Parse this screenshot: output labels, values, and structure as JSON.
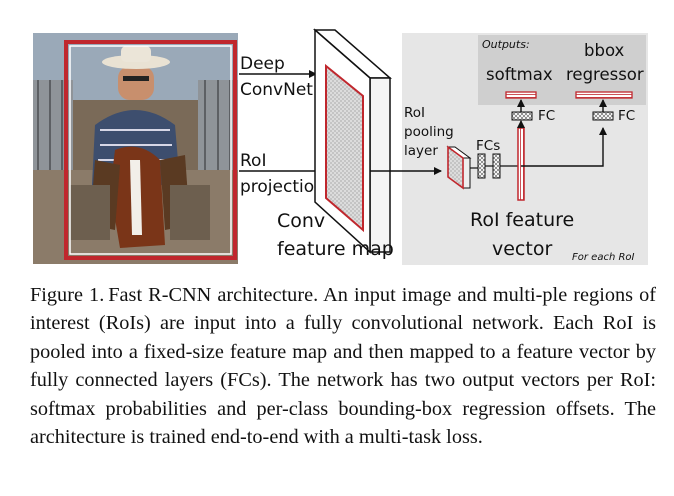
{
  "diagram": {
    "labels": {
      "deep_convnet_line1": "Deep",
      "deep_convnet_line2": "ConvNet",
      "roi_projection_line1": "RoI",
      "roi_projection_line2": "projection",
      "conv_feature_map_line1": "Conv",
      "conv_feature_map_line2": "feature map",
      "roi_pooling_line1": "RoI",
      "roi_pooling_line2": "pooling",
      "roi_pooling_line3": "layer",
      "fcs": "FCs",
      "roi_feature_vector_line1": "RoI feature",
      "roi_feature_vector_line2": "vector",
      "outputs": "Outputs:",
      "softmax": "softmax",
      "bbox_line1": "bbox",
      "bbox_line2": "regressor",
      "fc_softmax": "FC",
      "fc_bbox": "FC",
      "for_each_roi": "For each RoI"
    },
    "colors": {
      "panel": "#e6e6e6",
      "outputs_panel": "#cfcfcf",
      "roi_red": "#c0272d",
      "feature_map_fill": "#d9d9d9",
      "arrow": "#111111"
    }
  },
  "caption": {
    "label": "Figure 1.",
    "text": "Fast R-CNN architecture.  An input image and multi-ple regions of interest (RoIs) are input into a fully convolutional network.  Each RoI is pooled into a fixed-size feature map and then mapped to a feature vector by fully connected layers (FCs). The network has two output vectors per RoI: softmax probabilities and per-class bounding-box regression offsets. The architecture is trained end-to-end with a multi-task loss."
  }
}
